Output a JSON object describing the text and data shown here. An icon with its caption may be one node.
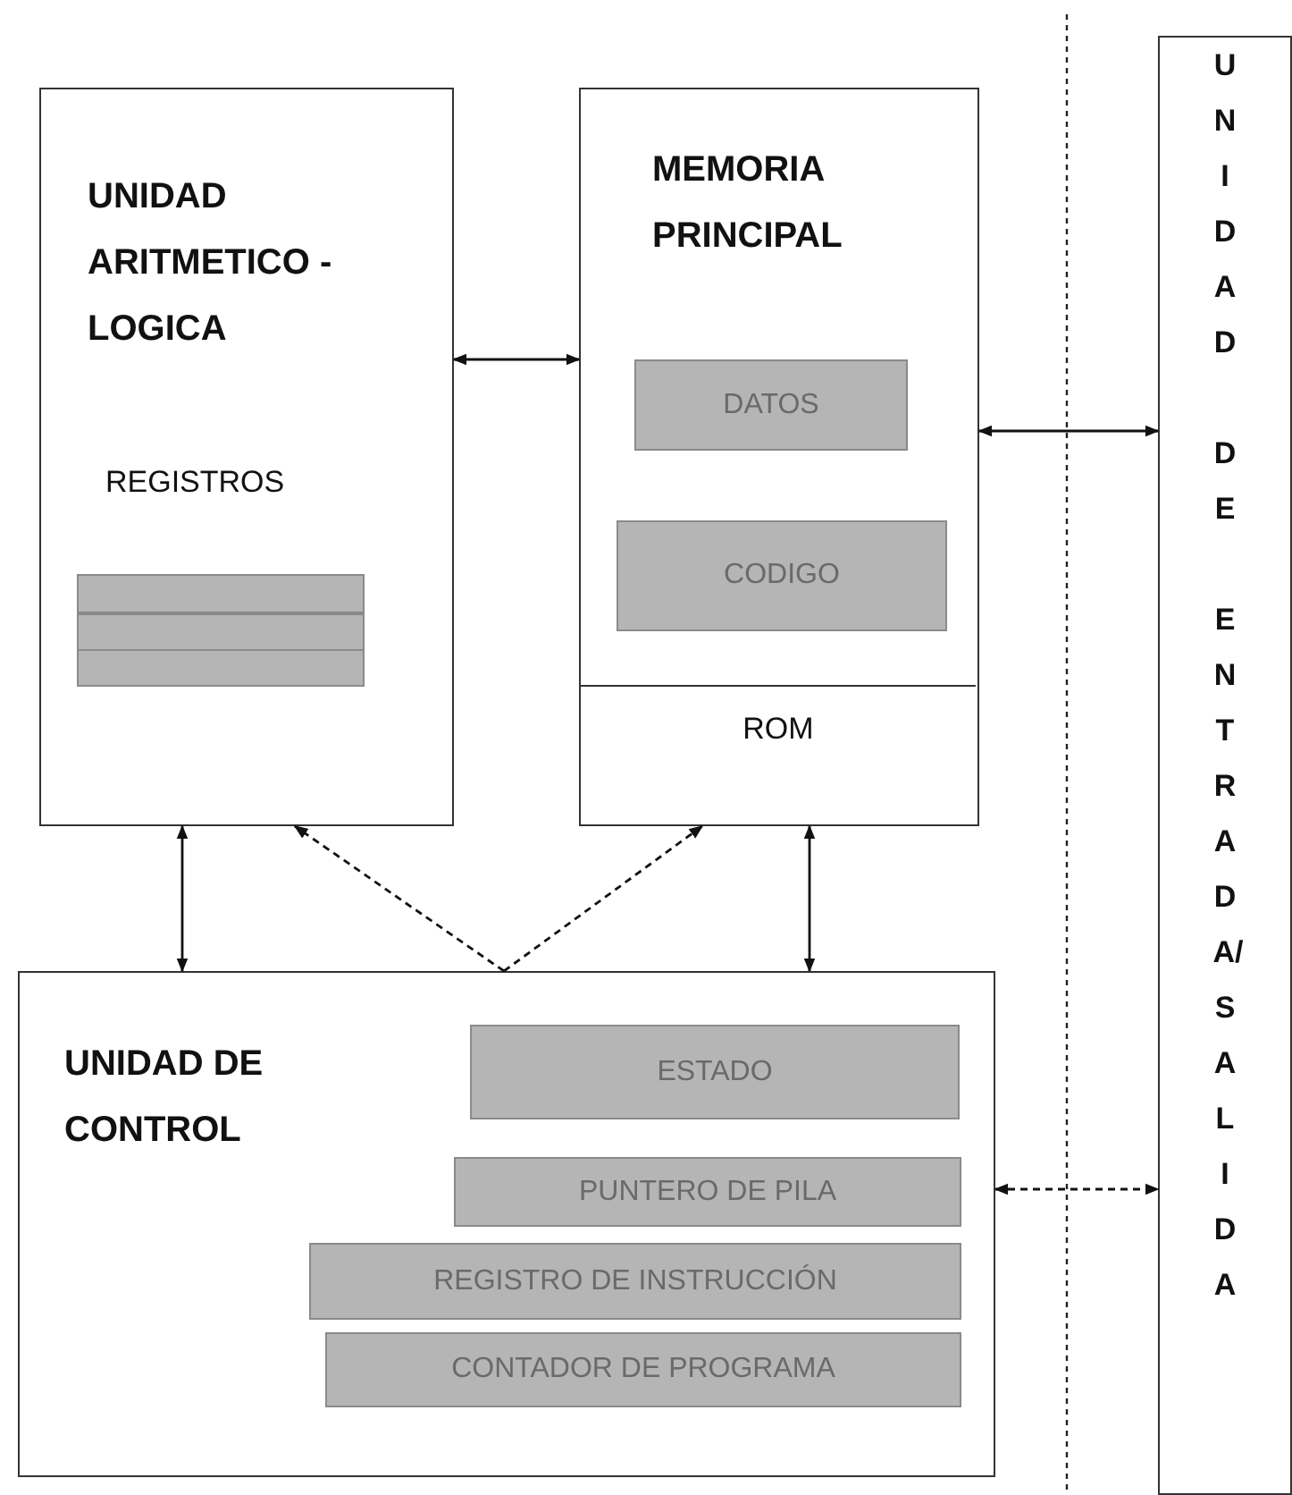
{
  "diagram": {
    "nodes": [
      {
        "text": [
          "UNIDAD ARITMETICO -LOGICA",
          "REGISTROS"
        ]
      },
      {
        "text": [],
        "shape": "box",
        "in": 0
      },
      {
        "text": [
          "MEMORIA PRINCIPAL"
        ]
      },
      {
        "text": [
          "DATOS"
        ],
        "in": 2
      },
      {
        "text": [
          "CODIGO"
        ],
        "in": 2
      },
      {
        "text": [
          "ROM"
        ],
        "in": 2
      },
      {
        "text": [
          "UNIDAD DE ENTRADA/SALIDA"
        ]
      },
      {
        "text": [
          "UNIDAD DE CONTROL"
        ]
      },
      {
        "text": [
          "ESTADO"
        ],
        "in": 7
      },
      {
        "text": [
          "PUNTERO DE PILA"
        ],
        "in": 7
      },
      {
        "text": [
          "REGISTRO DE INSTRUCCIÓN"
        ],
        "in": 7
      },
      {
        "text": [
          "CONTADOR DE PROGRAMA"
        ],
        "in": 7
      }
    ],
    "edges": [
      {
        "from": 0,
        "to": 2,
        "arrow": "both"
      },
      {
        "from": 2,
        "to": 6,
        "arrow": "both"
      },
      {
        "from": 0,
        "to": 7,
        "arrow": "both"
      },
      {
        "from": 7,
        "to": 0,
        "arrow": "to",
        "style": "dashed"
      },
      {
        "from": 7,
        "to": 2,
        "arrow": "to",
        "style": "dashed"
      },
      {
        "from": 2,
        "to": 7,
        "arrow": "both"
      },
      {
        "from": 7,
        "to": 6,
        "arrow": "both",
        "style": "dashed"
      }
    ]
  }
}
